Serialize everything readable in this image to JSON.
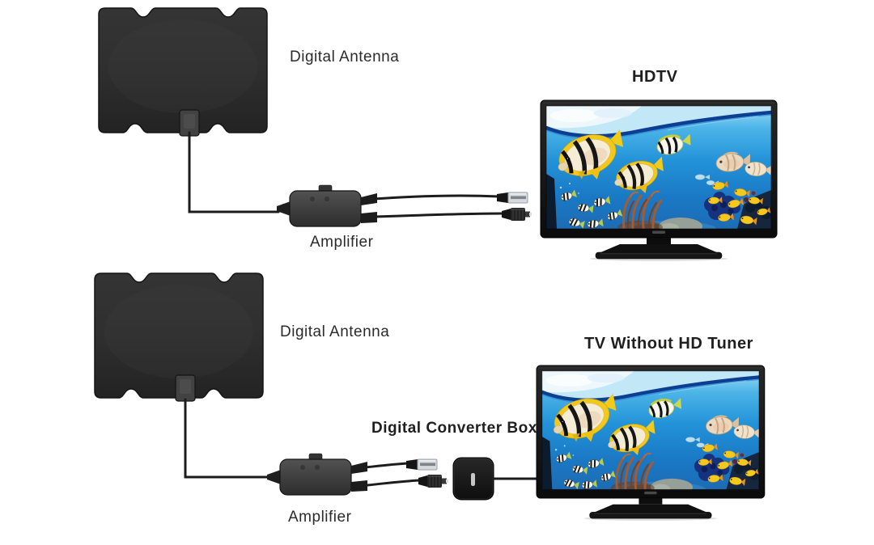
{
  "page": {
    "background": "#ffffff"
  },
  "sections": [
    {
      "name": "hdtv-connection",
      "labels": {
        "antenna": "Digital Antenna",
        "amplifier": "Amplifier",
        "tv": "HDTV"
      }
    },
    {
      "name": "converter-connection",
      "labels": {
        "antenna": "Digital Antenna",
        "amplifier": "Amplifier",
        "converter": "Digital Converter Box",
        "tv": "TV Without HD Tuner"
      }
    }
  ],
  "palette": {
    "label_text": "#2b2b2b",
    "device_black": "#1c1c1c",
    "water_blue": "#1e8ad2",
    "water_deep": "#1266b4",
    "surface_navy": "#0c3e92",
    "foam_white": "#eef8fc",
    "fish_yellow": "#f2c91a",
    "fish_cream": "#f4ecd4",
    "small_fish_fin": "#b7cc49",
    "coral_rust": "#a85a2c",
    "usb_metal": "#d6dade"
  },
  "graphics": {
    "antenna-icon": "flat indoor digital TV antenna panel with wavy edges and cable tab",
    "amplifier-icon": "inline signal amplifier pod with one input and two output leads",
    "usb-plug-icon": "USB-A power connector",
    "coax-plug-icon": "coaxial RF connector",
    "converter-box-icon": "small square digital converter box with indicator slot",
    "tv-icon": "flat-screen television on pedestal stand showing underwater reef scene with butterflyfish, striped fish, yellow fish and coral"
  }
}
